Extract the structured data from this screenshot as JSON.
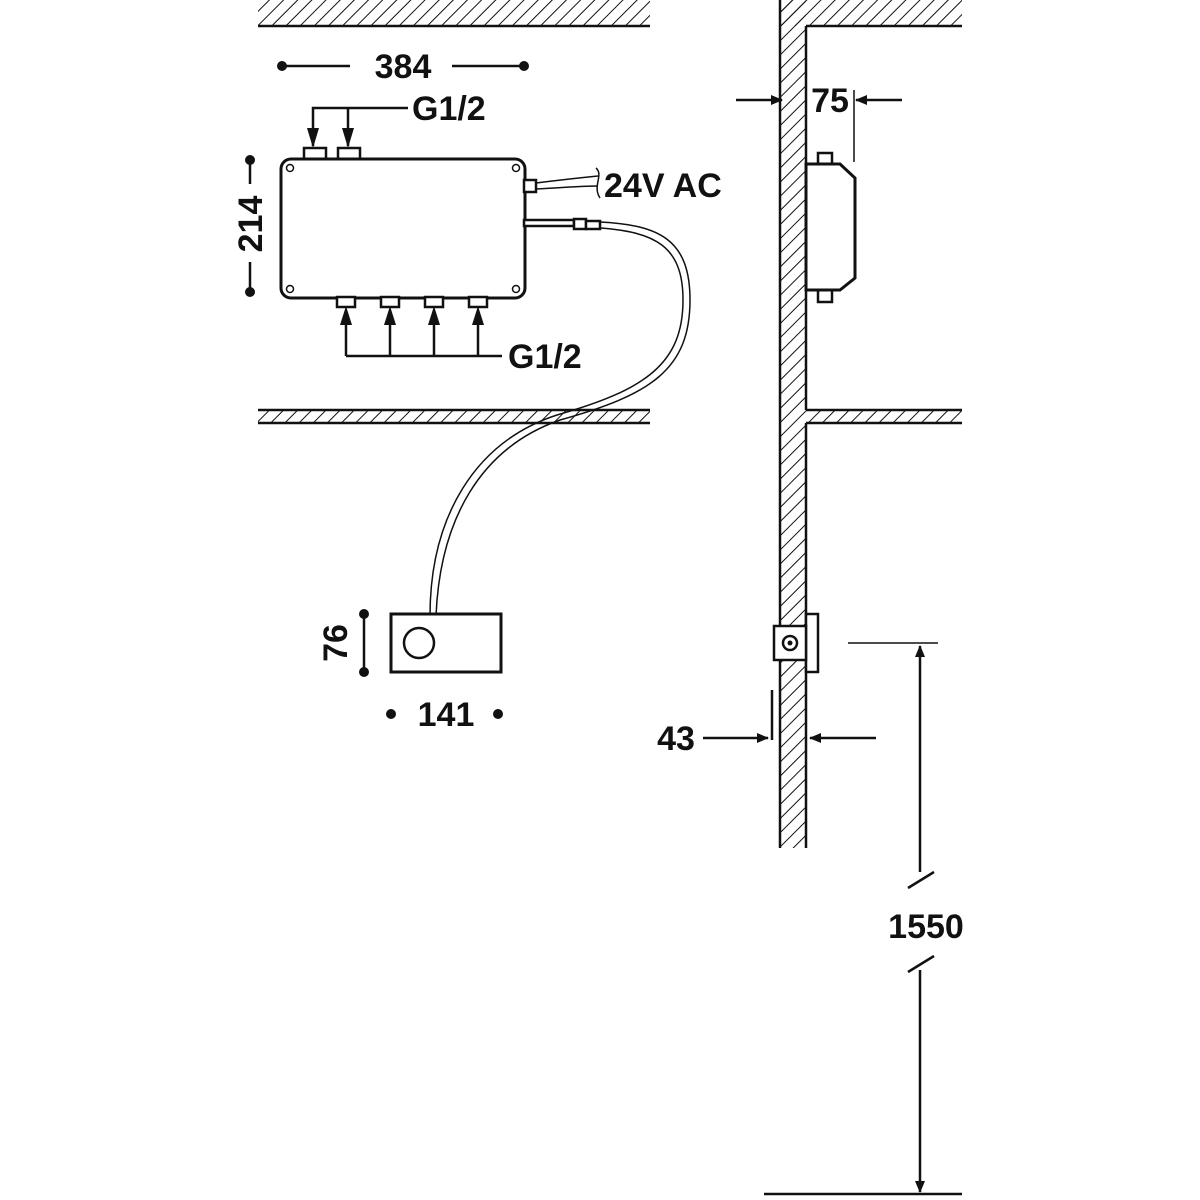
{
  "diagram": {
    "title": "Installation diagram – electronic thermostatic control box with remote control",
    "colors": {
      "line": "#111111",
      "background": "#ffffff",
      "hatch": "#111111"
    },
    "dimensions": {
      "box_width": "384",
      "box_height": "214",
      "wall_box_depth": "75",
      "control_height": "76",
      "control_width": "141",
      "control_depth": "43",
      "mount_height": "1550"
    },
    "labels": {
      "inlet_thread": "G1/2",
      "outlet_thread": "G1/2",
      "power_supply": "24V AC"
    },
    "components": {
      "control_box": {
        "inlets": 2,
        "outlets": 4
      },
      "remote_panel": {
        "buttons": 1
      }
    }
  }
}
